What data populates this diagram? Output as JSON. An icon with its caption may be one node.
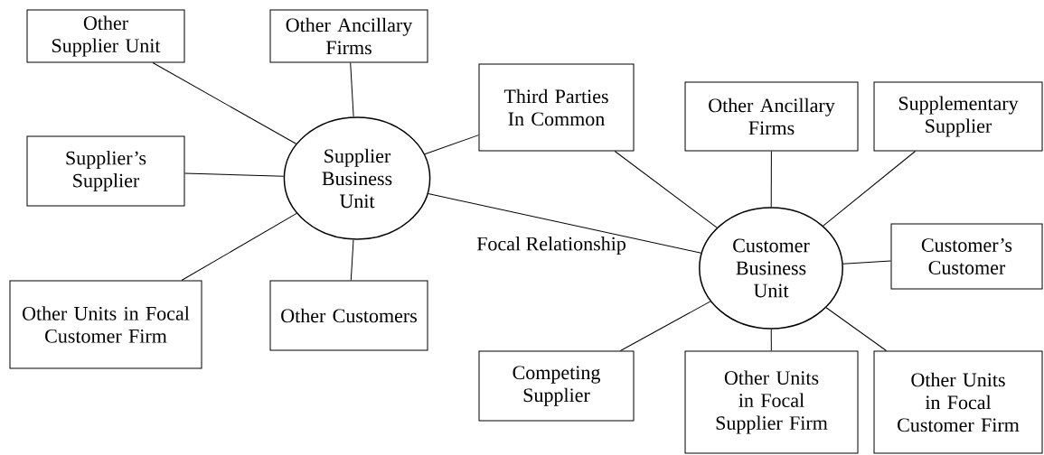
{
  "diagram": {
    "nodes": [
      {
        "text": [
          "Supplier Business Unit"
        ]
      },
      {
        "text": [
          "Other Supplier Unit"
        ]
      },
      {
        "text": [
          "Other Ancillary Firms"
        ]
      },
      {
        "text": [
          "Third Parties In Common"
        ]
      },
      {
        "text": [
          "Supplier’s Supplier"
        ]
      },
      {
        "text": [
          "Other Units in Focal Customer Firm"
        ]
      },
      {
        "text": [
          "Other Customers"
        ]
      },
      {
        "text": [
          "Customer Business Unit"
        ]
      },
      {
        "text": [
          "Other Ancillary Firms"
        ]
      },
      {
        "text": [
          "Supplementary Supplier"
        ]
      },
      {
        "text": [
          "Customer’s Customer"
        ]
      },
      {
        "text": [
          "Competing Supplier"
        ]
      },
      {
        "text": [
          "Other Units in Focal Supplier Firm"
        ]
      },
      {
        "text": [
          "Other Units in Focal Customer Firm"
        ]
      }
    ],
    "edges": [
      {
        "from": 0,
        "to": 1,
        "arrow": "none"
      },
      {
        "from": 0,
        "to": 2,
        "arrow": "none"
      },
      {
        "from": 0,
        "to": 3,
        "arrow": "none"
      },
      {
        "from": 0,
        "to": 4,
        "arrow": "none"
      },
      {
        "from": 0,
        "to": 5,
        "arrow": "none"
      },
      {
        "from": 0,
        "to": 6,
        "arrow": "none"
      },
      {
        "from": 0,
        "to": 7,
        "arrow": "none",
        "label": "Focal Relationship"
      },
      {
        "from": 7,
        "to": 3,
        "arrow": "none"
      },
      {
        "from": 7,
        "to": 8,
        "arrow": "none"
      },
      {
        "from": 7,
        "to": 9,
        "arrow": "none"
      },
      {
        "from": 7,
        "to": 10,
        "arrow": "none"
      },
      {
        "from": 7,
        "to": 11,
        "arrow": "none"
      },
      {
        "from": 7,
        "to": 12,
        "arrow": "none"
      },
      {
        "from": 7,
        "to": 13,
        "arrow": "none"
      }
    ]
  }
}
